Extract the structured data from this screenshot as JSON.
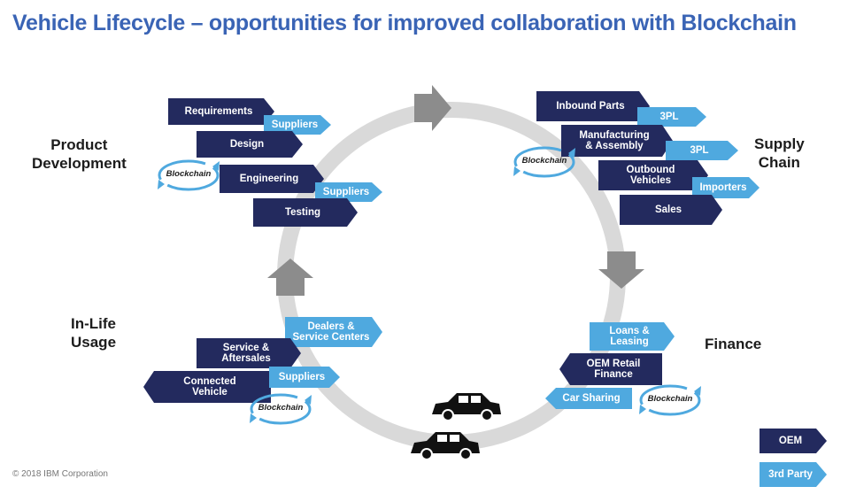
{
  "title": "Vehicle Lifecycle – opportunities for improved collaboration with Blockchain",
  "stages": {
    "product_development": "Product\nDevelopment",
    "supply_chain": "Supply\nChain",
    "in_life_usage": "In-Life\nUsage",
    "finance": "Finance"
  },
  "product_development": {
    "requirements": "Requirements",
    "suppliers_1": "Suppliers",
    "design": "Design",
    "engineering": "Engineering",
    "suppliers_2": "Suppliers",
    "testing": "Testing"
  },
  "supply_chain": {
    "inbound_parts": "Inbound Parts",
    "threepl_1": "3PL",
    "manufacturing": "Manufacturing\n& Assembly",
    "threepl_2": "3PL",
    "outbound_vehicles": "Outbound\nVehicles",
    "importers": "Importers",
    "sales": "Sales"
  },
  "in_life_usage": {
    "dealers": "Dealers &\nService Centers",
    "service": "Service &\nAftersales",
    "connected_vehicle": "Connected\nVehicle",
    "suppliers": "Suppliers"
  },
  "finance": {
    "loans": "Loans &\nLeasing",
    "oem_retail": "OEM Retail\nFinance",
    "car_sharing": "Car Sharing"
  },
  "blockchain_label": "Blockchain",
  "legend": {
    "oem": "OEM",
    "third_party": "3rd Party"
  },
  "copyright": "© 2018 IBM Corporation",
  "colors": {
    "title": "#3a64b5",
    "oem": "#232a5e",
    "third_party": "#4fa9df",
    "cycle": "#d9d9d9",
    "cycle_arrow": "#8c8c8c",
    "car": "#111111"
  },
  "icons": [
    "cycle-arrow-icon",
    "blockchain-cycle-icon",
    "car-icon"
  ]
}
